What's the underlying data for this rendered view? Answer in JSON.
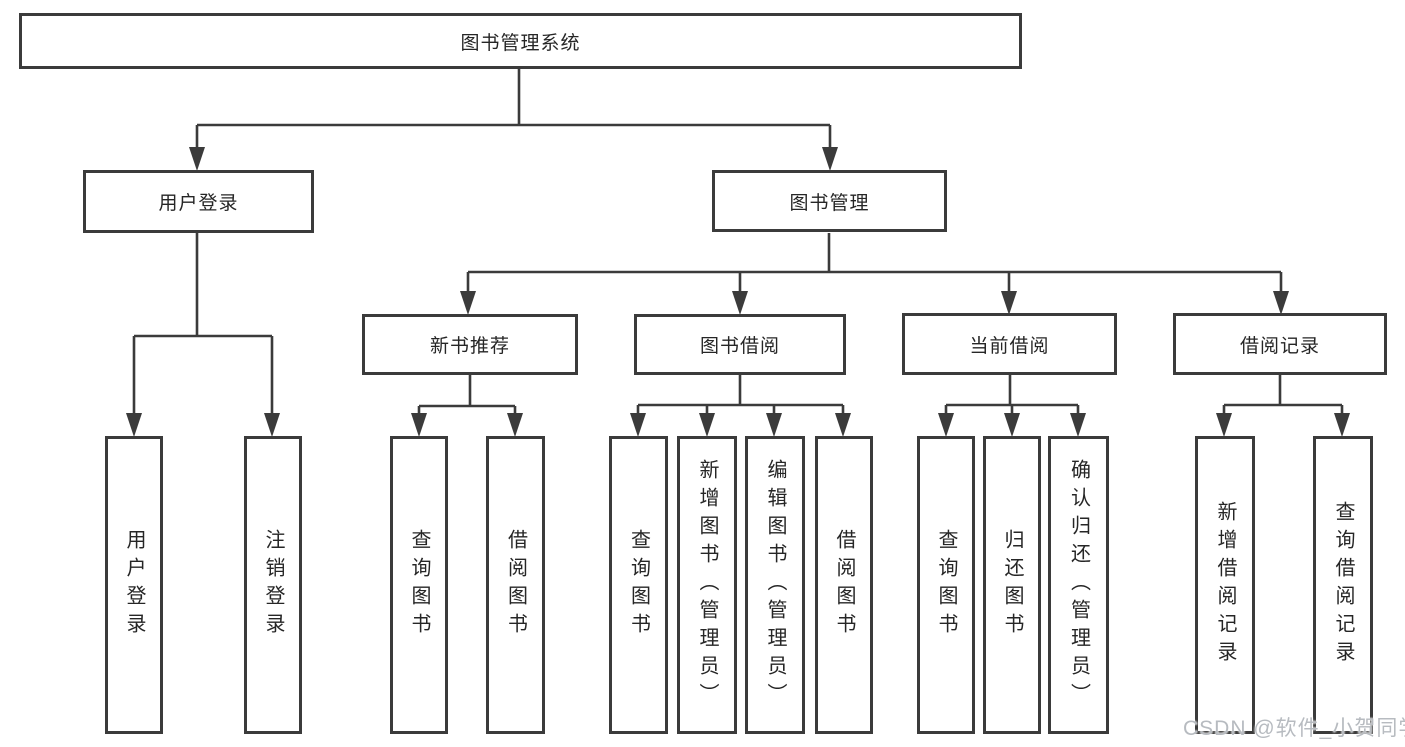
{
  "diagram": {
    "root": {
      "label": "图书管理系统"
    },
    "branches": [
      {
        "label": "用户登录",
        "children": [
          {
            "label": "用户登录"
          },
          {
            "label": "注销登录"
          }
        ]
      },
      {
        "label": "图书管理",
        "children": [
          {
            "label": "新书推荐",
            "children": [
              {
                "label": "查询图书"
              },
              {
                "label": "借阅图书"
              }
            ]
          },
          {
            "label": "图书借阅",
            "children": [
              {
                "label": "查询图书"
              },
              {
                "label": "新增图书（管理员）"
              },
              {
                "label": "编辑图书（管理员）"
              },
              {
                "label": "借阅图书"
              }
            ]
          },
          {
            "label": "当前借阅",
            "children": [
              {
                "label": "查询图书"
              },
              {
                "label": "归还图书"
              },
              {
                "label": "确认归还（管理员）"
              }
            ]
          },
          {
            "label": "借阅记录",
            "children": [
              {
                "label": "新增借阅记录"
              },
              {
                "label": "查询借阅记录"
              }
            ]
          }
        ]
      }
    ]
  },
  "watermark": {
    "text": "CSDN @软件_小贺同学"
  },
  "colors": {
    "line": "#3b3b3b",
    "border": "#3b3b3b",
    "text": "#262626",
    "watermark": "#b7bbc0",
    "background": "#ffffff"
  }
}
